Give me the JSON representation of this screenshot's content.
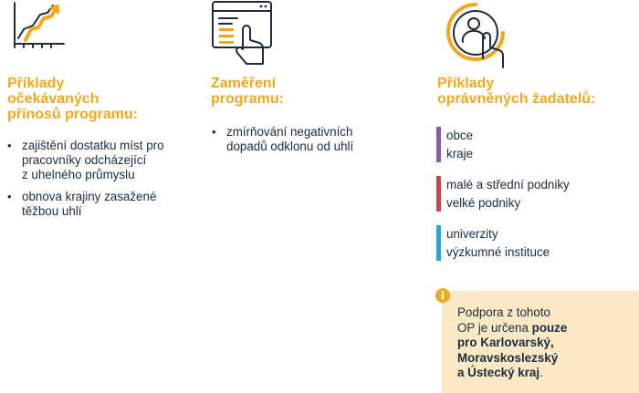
{
  "colors": {
    "accent": "#f2a81d",
    "text": "#1d2b3a",
    "icon_line": "#1d2b3a",
    "bar_purple": "#8e5aa5",
    "bar_red": "#c8454b",
    "bar_blue": "#2aa3dc",
    "note_background": "#fbe9c5"
  },
  "columns": [
    {
      "icon": "growth-chart-icon",
      "heading": [
        "Příklady",
        "očekávaných",
        "přínosů programu:"
      ],
      "bullets": [
        [
          "zajištění dostatku míst pro",
          "pracovníky odcházející",
          "z uhelného průmyslu"
        ],
        [
          "obnova krajiny zasažené",
          "těžbou uhlí"
        ]
      ]
    },
    {
      "icon": "web-click-icon",
      "heading": [
        "Zaměření",
        "programu:"
      ],
      "bullets": [
        [
          "zmírňování negativních",
          "dopadů odklonu od uhlí"
        ]
      ]
    },
    {
      "icon": "user-touch-icon",
      "heading": [
        "Příklady",
        "oprávněných žadatelů:"
      ],
      "groups": [
        {
          "color": "purple",
          "items": [
            "obce",
            "kraje"
          ]
        },
        {
          "color": "red",
          "items": [
            "malé a střední podniky",
            "velké podniky"
          ]
        },
        {
          "color": "blue",
          "items": [
            "univerzity",
            "výzkumné instituce"
          ]
        }
      ]
    }
  ],
  "note": {
    "icon": "info-icon",
    "line1": "Podpora z tohoto",
    "line2_normal": "OP je určena ",
    "line2_bold": "pouze",
    "line3": "pro Karlovarský,",
    "line4": "Moravskoslezský",
    "line5_bold": "a Ústecký kraj",
    "line5_end": "."
  }
}
